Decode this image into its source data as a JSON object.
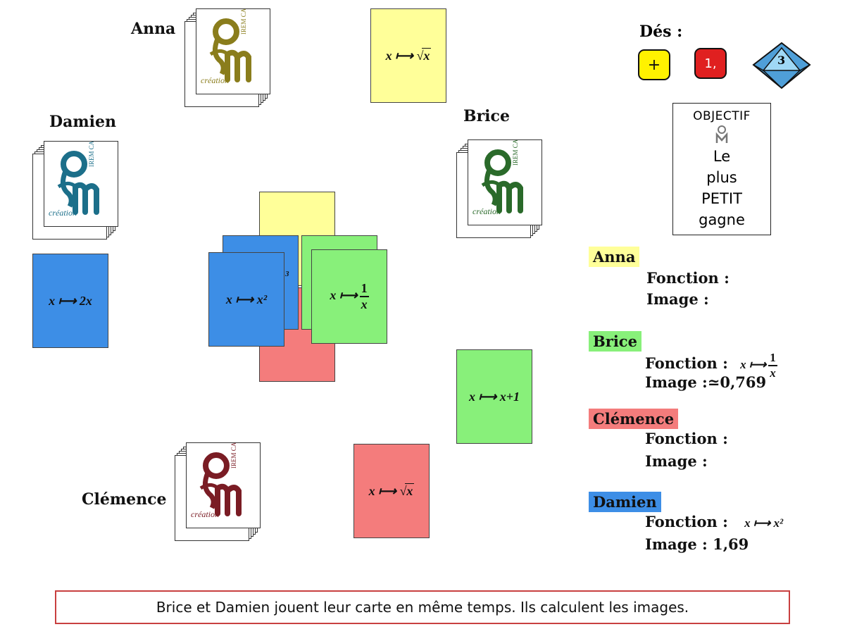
{
  "players": {
    "anna": "Anna",
    "damien": "Damien",
    "brice": "Brice",
    "clemence": "Clémence"
  },
  "deck_logo": {
    "text_creation": "création",
    "text_irem": "IREM CAEN",
    "colors": {
      "anna": "#8a7d1c",
      "damien": "#1c6f8a",
      "brice": "#2a6a2a",
      "clemence": "#7a1c24"
    }
  },
  "card_colors": {
    "yellow": "#ffff99",
    "blue": "#3d8ee6",
    "green": "#88f07a",
    "red": "#f47c7c"
  },
  "cards": {
    "anna_played": {
      "arrow": "x ⟼",
      "fn": "x"
    },
    "damien_hand": {
      "arrow": "x ⟼",
      "fn": "2x"
    },
    "brice_hand": {
      "arrow": "x ⟼",
      "fn": "x+1"
    },
    "clemence_hand": {
      "arrow": "x ⟼",
      "fn": "x"
    },
    "pile_blue_front": {
      "arrow": "x ⟼",
      "fn": "x²"
    },
    "pile_green_front": {
      "arrow": "x ⟼",
      "num": "1",
      "den": "x"
    },
    "pile_peek_exponent": "3"
  },
  "dice": {
    "title": "Dés :",
    "yellow_face": "+",
    "red_face": "1,",
    "d8_face": "3",
    "colors": {
      "yellow": "#fff200",
      "red": "#e02020",
      "d8": "#7ec8f0"
    }
  },
  "objectif": {
    "title": "OBJECTIF",
    "lines": [
      "Le",
      "plus",
      "PETIT",
      "gagne"
    ]
  },
  "panel": {
    "fonction_label": "Fonction :",
    "image_label": "Image :",
    "anna": {
      "name": "Anna",
      "color": "#ffff99"
    },
    "brice": {
      "name": "Brice",
      "color": "#88f07a",
      "fn_arrow": "x ⟼",
      "fn_num": "1",
      "fn_den": "x",
      "image": "≃0,769"
    },
    "clemence": {
      "name": "Clémence",
      "color": "#f47c7c"
    },
    "damien": {
      "name": "Damien",
      "color": "#3d8ee6",
      "fn_arrow": "x ⟼",
      "fn": "x²",
      "image": "1,69"
    }
  },
  "banner": "Brice et Damien jouent leur carte en même temps. Ils calculent les images."
}
